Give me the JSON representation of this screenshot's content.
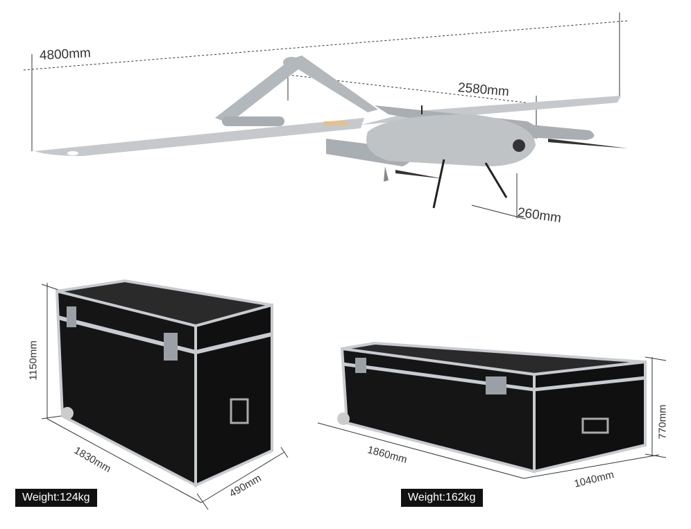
{
  "drone": {
    "wingspan": "4800mm",
    "length": "2580mm",
    "height": "260mm"
  },
  "case_1": {
    "height": "1150mm",
    "length": "1830mm",
    "width": "490mm",
    "weight": "Weight:124kg"
  },
  "case_2": {
    "height": "770mm",
    "length": "1860mm",
    "width": "1040mm",
    "weight": "Weight:162kg"
  },
  "colors": {
    "drone_body": "#b9bec2",
    "case_panel": "#141414",
    "case_trim": "#c8ccd0",
    "badge": "#111111"
  }
}
